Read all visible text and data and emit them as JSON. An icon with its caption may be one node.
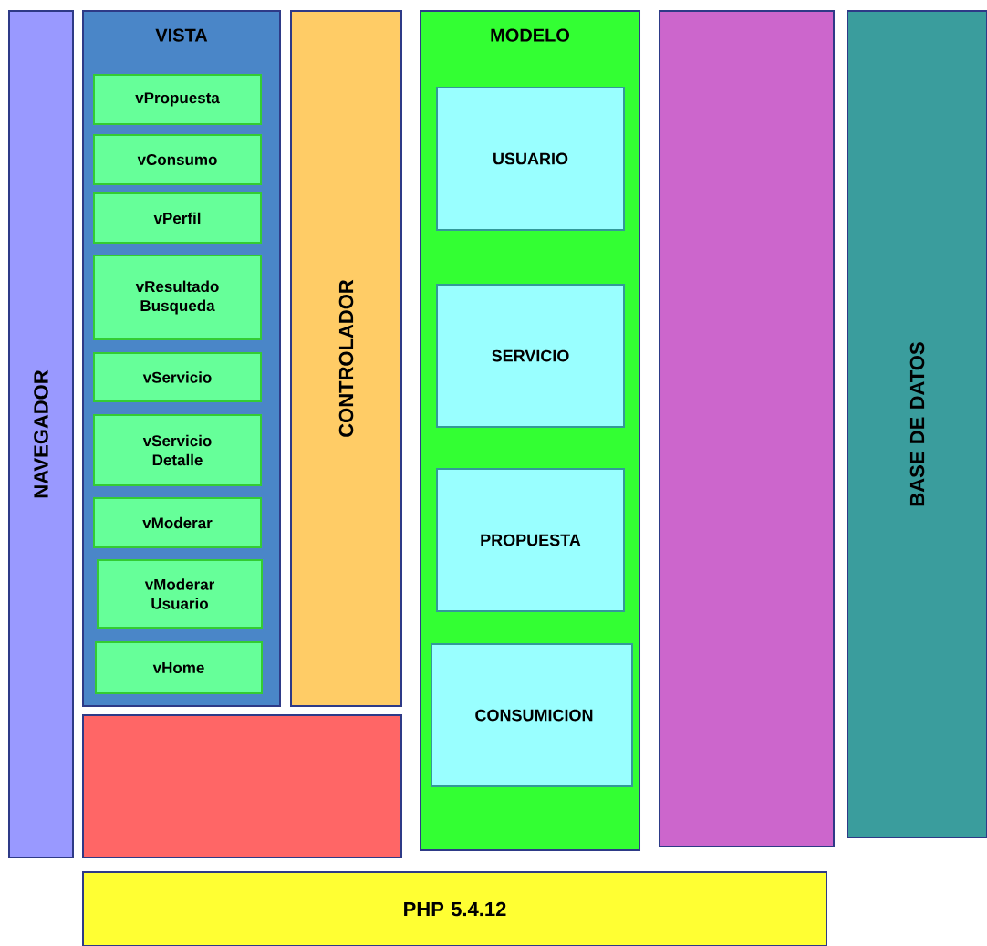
{
  "diagram": {
    "nodes": [
      {
        "text": [
          "NAVEGADOR"
        ]
      },
      {
        "text": [
          "VISTA"
        ]
      },
      {
        "text": [
          "vPropuesta"
        ],
        "in": 1
      },
      {
        "text": [
          "vConsumo"
        ],
        "in": 1
      },
      {
        "text": [
          "vPerfil"
        ],
        "in": 1
      },
      {
        "text": [
          "vResultado Busqueda"
        ],
        "in": 1
      },
      {
        "text": [
          "vServicio"
        ],
        "in": 1
      },
      {
        "text": [
          "vServicio Detalle"
        ],
        "in": 1
      },
      {
        "text": [
          "vModerar"
        ],
        "in": 1
      },
      {
        "text": [
          "vModerar Usuario"
        ],
        "in": 1
      },
      {
        "text": [
          "vHome"
        ],
        "in": 1
      },
      {
        "text": [
          "CONTROLADOR"
        ]
      },
      {
        "text": [
          "MODELO"
        ]
      },
      {
        "text": [
          "USUARIO"
        ],
        "in": 12
      },
      {
        "text": [
          "SERVICIO"
        ],
        "in": 12
      },
      {
        "text": [
          "PROPUESTA"
        ],
        "in": 12
      },
      {
        "text": [
          "CONSUMICION"
        ],
        "in": 12
      },
      {
        "text": [],
        "shape": "box"
      },
      {
        "text": [],
        "shape": "box"
      },
      {
        "text": [
          "BASE DE DATOS"
        ]
      },
      {
        "text": [
          "PHP 5.4.12"
        ]
      }
    ]
  }
}
